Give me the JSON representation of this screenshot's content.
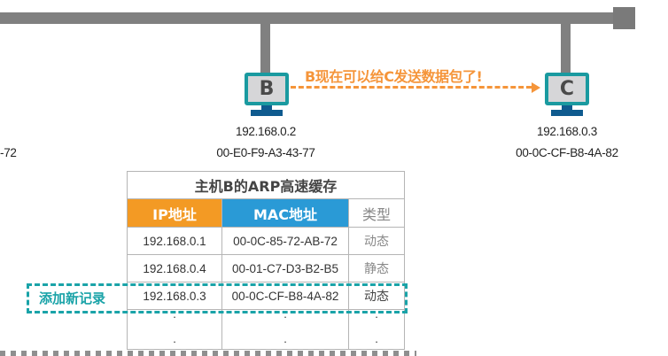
{
  "network": {
    "bus_color": "#808080",
    "left_partial_mac": "-72"
  },
  "hosts": [
    {
      "id": "B",
      "letter": "B",
      "ip": "192.168.0.2",
      "mac": "00-E0-F9-A3-43-77"
    },
    {
      "id": "C",
      "letter": "C",
      "ip": "192.168.0.3",
      "mac": "00-0C-CF-B8-4A-82"
    }
  ],
  "message": {
    "text": "B现在可以给C发送数据包了!",
    "color": "#f5953a",
    "icon": "dashed-arrow-right-icon"
  },
  "arp_table": {
    "title": "主机B的ARP高速缓存",
    "headers": {
      "ip": "IP地址",
      "mac": "MAC地址",
      "type": "类型"
    },
    "header_colors": {
      "ip": "#f39a24",
      "mac": "#2a9ad6"
    },
    "rows": [
      {
        "ip": "192.168.0.1",
        "mac": "00-0C-85-72-AB-72",
        "type": "动态"
      },
      {
        "ip": "192.168.0.4",
        "mac": "00-01-C7-D3-B2-B5",
        "type": "静态"
      },
      {
        "ip": "192.168.0.3",
        "mac": "00-0C-CF-B8-4A-82",
        "type": "动态"
      }
    ],
    "ellipsis": "·"
  },
  "annotation": {
    "label": "添加新记录",
    "color": "#1aa3a8"
  }
}
